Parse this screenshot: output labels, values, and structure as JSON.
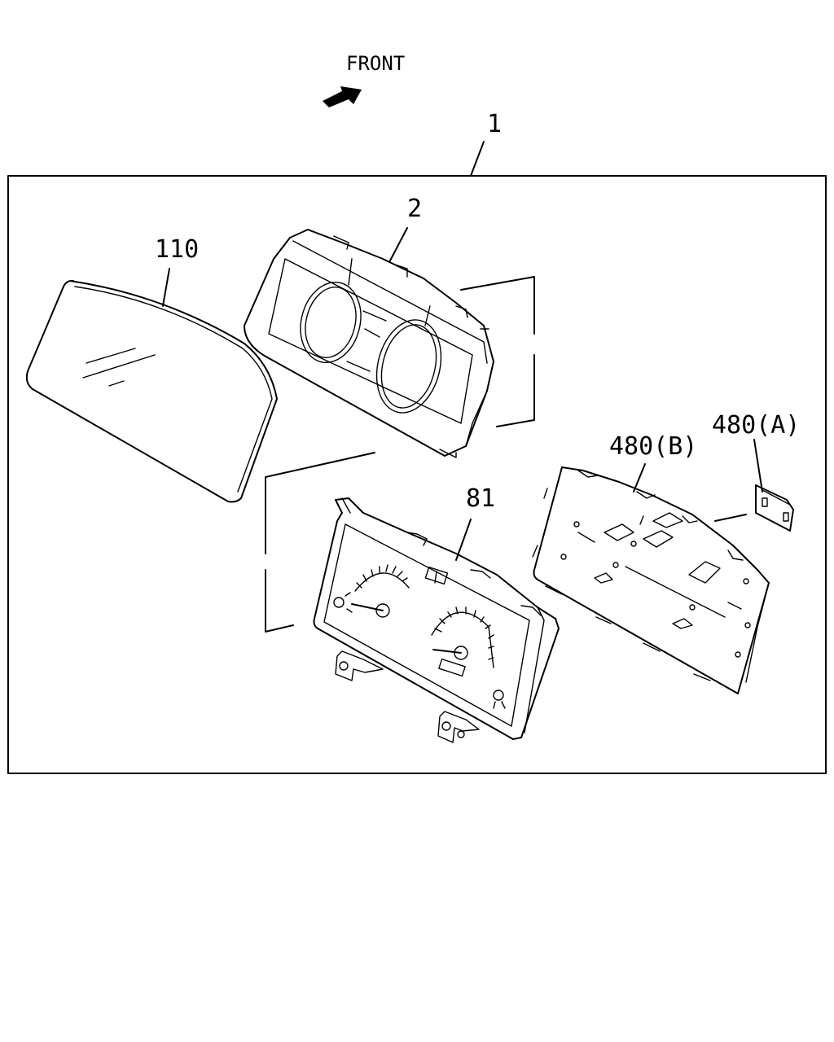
{
  "diagram": {
    "front_label": "FRONT",
    "callouts": {
      "assembly": "1",
      "case": "2",
      "lens": "110",
      "meter_panel": "81",
      "board_b": "480(B)",
      "board_a": "480(A)"
    }
  }
}
